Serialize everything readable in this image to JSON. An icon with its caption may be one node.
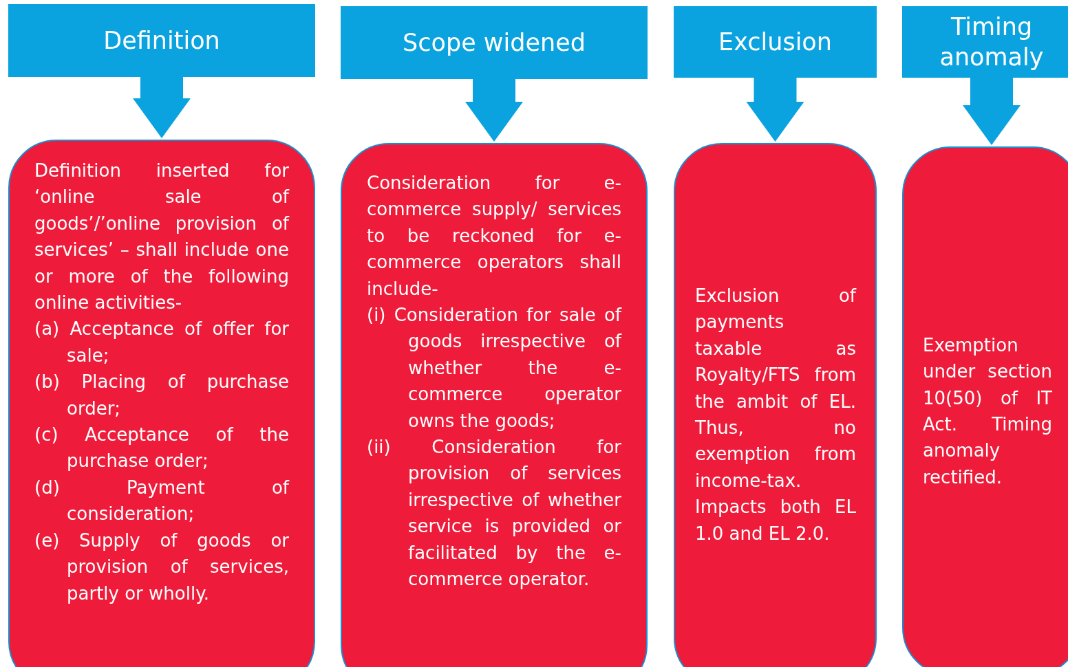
{
  "diagram": {
    "nodes": [
      {
        "text": [
          "Definition"
        ]
      },
      {
        "text": [
          "Scope widened"
        ]
      },
      {
        "text": [
          "Exclusion"
        ]
      },
      {
        "text": [
          "Timing anomaly"
        ]
      },
      {
        "text": [
          "Definition inserted for ‘online sale of goods’/’online provision of services’ – shall include one or more of the following online activities-",
          "(a) Acceptance of offer for sale;",
          "(b) Placing of purchase order;",
          "(c) Acceptance of the purchase order;",
          "(d) Payment of consideration;",
          "(e) Supply of goods or provision of services, partly or wholly."
        ]
      },
      {
        "text": [
          "Consideration for e-commerce supply/ services to be reckoned for e-commerce operators shall include-",
          "(i) Consideration for sale of goods irrespective of whether the e-commerce operator owns the goods;",
          "(ii) Consideration for provision of services irrespective of whether service is provided or facilitated by the e-commerce operator."
        ]
      },
      {
        "text": [
          "Exclusion of payments taxable as Royalty/FTS from the ambit of EL. Thus, no exemption from income-tax. Impacts both EL 1.0 and EL 2.0."
        ]
      },
      {
        "text": [
          "Exemption under section 10(50) of IT Act. Timing anomaly rectified."
        ]
      }
    ],
    "edges": [
      {
        "from": 0,
        "to": 4,
        "arrow": "to"
      },
      {
        "from": 1,
        "to": 5,
        "arrow": "to"
      },
      {
        "from": 2,
        "to": 6,
        "arrow": "to"
      },
      {
        "from": 3,
        "to": 7,
        "arrow": "to"
      }
    ]
  }
}
